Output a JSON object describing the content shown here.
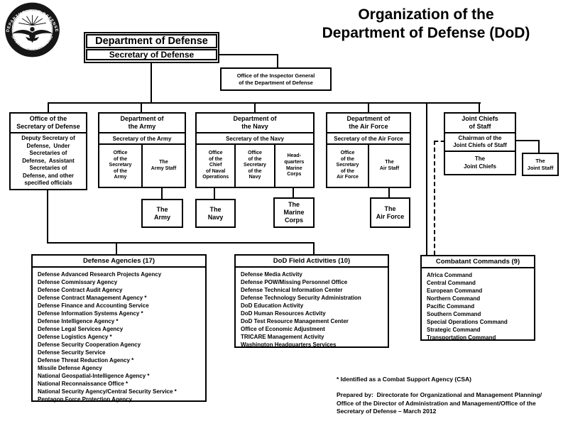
{
  "title": "Organization of the\nDepartment of Defense (DoD)",
  "seal": {
    "ring_top": "DEPARTMENT OF DEFENSE",
    "ring_bottom": "UNITED STATES OF AMERICA"
  },
  "root": {
    "department": "Department of Defense",
    "secretary": "Secretary of Defense"
  },
  "inspector_general": {
    "label": "Office of the Inspector General\nof the Department of Defense"
  },
  "osd": {
    "header": "Office of the\nSecretary of Defense",
    "body": "Deputy Secretary of\nDefense,  Under\nSecretaries of\nDefense,  Assistant\nSecretaries of\nDefense, and other\nspecified officials"
  },
  "army": {
    "header": "Department of\nthe Army",
    "secretary": "Secretary of the Army",
    "cells": [
      "Office\nof the\nSecretary\nof the\nArmy",
      "The\nArmy Staff"
    ],
    "service": "The\nArmy"
  },
  "navy": {
    "header": "Department of\nthe Navy",
    "secretary": "Secretary of the Navy",
    "cells": [
      "Office\nof the\nChief\nof Naval\nOperations",
      "Office\nof the\nSecretary\nof the\nNavy",
      "Head-\nquarters\nMarine\nCorps"
    ],
    "services": [
      "The\nNavy",
      "The\nMarine\nCorps"
    ]
  },
  "air_force": {
    "header": "Department of\nthe Air Force",
    "secretary": "Secretary of the Air Force",
    "cells": [
      "Office\nof the\nSecretary\nof the\nAir Force",
      "The\nAir Staff"
    ],
    "service": "The\nAir Force"
  },
  "joint_chiefs": {
    "header": "Joint Chiefs\nof Staff",
    "chairman": "Chairman of the\nJoint Chiefs of Staff",
    "body": "The\nJoint Chiefs",
    "joint_staff": "The\nJoint Staff"
  },
  "defense_agencies": {
    "header": "Defense Agencies (17)",
    "items": [
      "Defense Advanced Research Projects Agency",
      "Defense Commissary Agency",
      "Defense Contract Audit Agency",
      "Defense Contract Management Agency *",
      "Defense Finance and Accounting Service",
      "Defense Information Systems Agency *",
      "Defense Intelligence Agency *",
      "Defense Legal Services Agency",
      "Defense Logistics Agency *",
      "Defense Security Cooperation Agency",
      "Defense Security Service",
      "Defense Threat Reduction Agency *",
      "Missile Defense Agency",
      "National Geospatial-Intelligence Agency *",
      "National Reconnaissance Office *",
      "National Security Agency/Central Security Service *",
      "Pentagon Force Protection Agency"
    ]
  },
  "field_activities": {
    "header": "DoD Field Activities (10)",
    "items": [
      "Defense Media Activity",
      "Defense POW/Missing Personnel Office",
      "Defense Technical Information Center",
      "Defense Technology Security Administration",
      "DoD Education Activity",
      "DoD Human Resources Activity",
      "DoD Test Resource Management Center",
      "Office of Economic Adjustment",
      "TRICARE Management Activity",
      "Washington Headquarters Services"
    ]
  },
  "combatant_commands": {
    "header": "Combatant Commands (9)",
    "items": [
      "Africa Command",
      "Central Command",
      "European Command",
      "Northern Command",
      "Pacific Command",
      "Southern Command",
      "Special Operations Command",
      "Strategic Command",
      "Transportation Command"
    ]
  },
  "footnotes": {
    "csa_note": "* Identified as a Combat Support Agency (CSA)",
    "prepared_by": "Prepared by:  Directorate for Organizational and Management Planning/\nOffice of the Director of Administration and Management/Office of the\nSecretary of Defense – March 2012"
  }
}
